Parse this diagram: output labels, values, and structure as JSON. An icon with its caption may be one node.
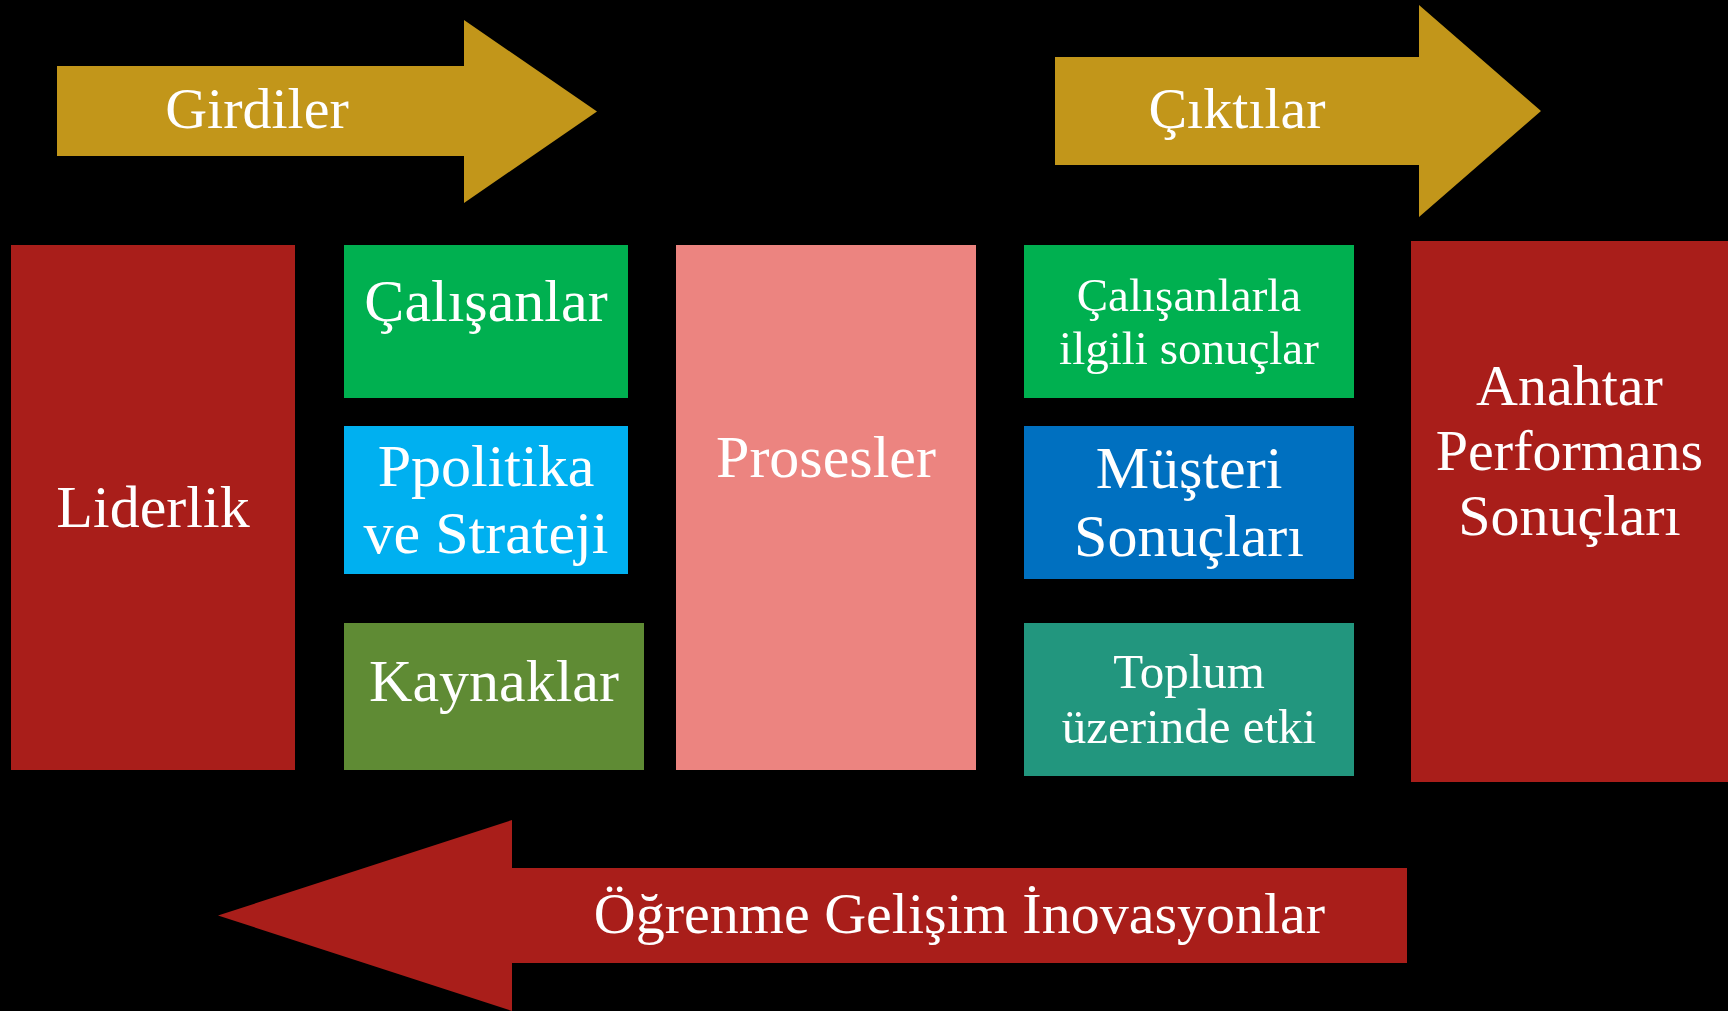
{
  "diagram": {
    "nodes": [
      {
        "text": [
          "Girdiler"
        ]
      },
      {
        "text": [
          "Çıktılar"
        ]
      },
      {
        "text": [
          "Liderlik"
        ]
      },
      {
        "text": [
          "Çalışanlar"
        ]
      },
      {
        "text": [
          "Ppolitika ve Strateji"
        ]
      },
      {
        "text": [
          "Kaynaklar"
        ]
      },
      {
        "text": [
          "Prosesler"
        ]
      },
      {
        "text": [
          "Çalışanlarla ilgili sonuçlar"
        ]
      },
      {
        "text": [
          "Müşteri Sonuçları"
        ]
      },
      {
        "text": [
          "Toplum üzerinde etki"
        ]
      },
      {
        "text": [
          "Anahtar Performans Sonuçları"
        ]
      },
      {
        "text": [
          "Öğrenme Gelişim İnovasyonlar"
        ]
      }
    ]
  }
}
